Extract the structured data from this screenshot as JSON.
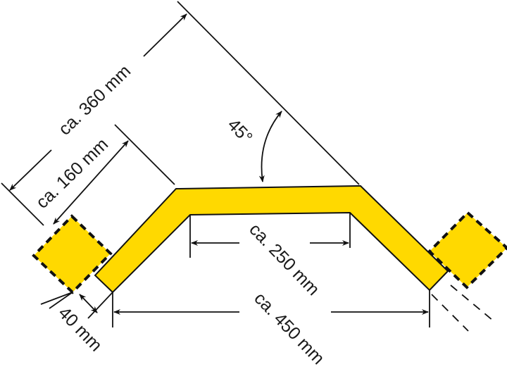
{
  "colors": {
    "bar": "#FFD900",
    "line": "#111111"
  },
  "labels": {
    "overall_diagonal": "ca. 360 mm",
    "arm_length": "ca. 160 mm",
    "angle": "45°",
    "inner_width": "ca. 250 mm",
    "outer_width": "ca. 450 mm",
    "profile_depth": "40 mm"
  }
}
